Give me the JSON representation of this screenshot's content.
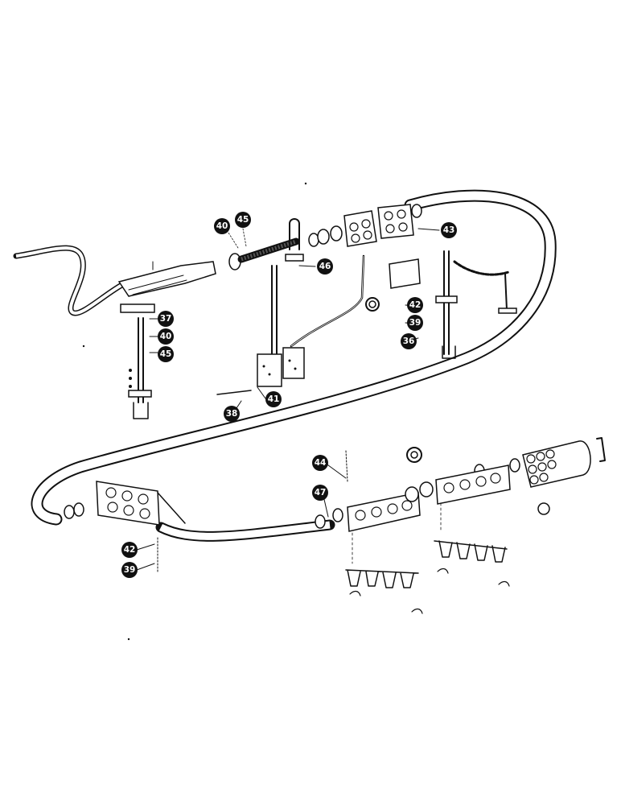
{
  "colors": {
    "ink": "#111111",
    "paper": "#ffffff",
    "callout_fill": "#111111",
    "callout_text": "#ffffff"
  },
  "callouts": [
    {
      "id": "c40a",
      "label": "40"
    },
    {
      "id": "c45a",
      "label": "45"
    },
    {
      "id": "c43",
      "label": "43"
    },
    {
      "id": "c46",
      "label": "46"
    },
    {
      "id": "c37",
      "label": "37"
    },
    {
      "id": "c40b",
      "label": "40"
    },
    {
      "id": "c45b",
      "label": "45"
    },
    {
      "id": "c42a",
      "label": "42"
    },
    {
      "id": "c39a",
      "label": "39"
    },
    {
      "id": "c36",
      "label": "36"
    },
    {
      "id": "c41",
      "label": "41"
    },
    {
      "id": "c38",
      "label": "38"
    },
    {
      "id": "c44",
      "label": "44"
    },
    {
      "id": "c47",
      "label": "47"
    },
    {
      "id": "c42b",
      "label": "42"
    },
    {
      "id": "c39b",
      "label": "39"
    }
  ]
}
